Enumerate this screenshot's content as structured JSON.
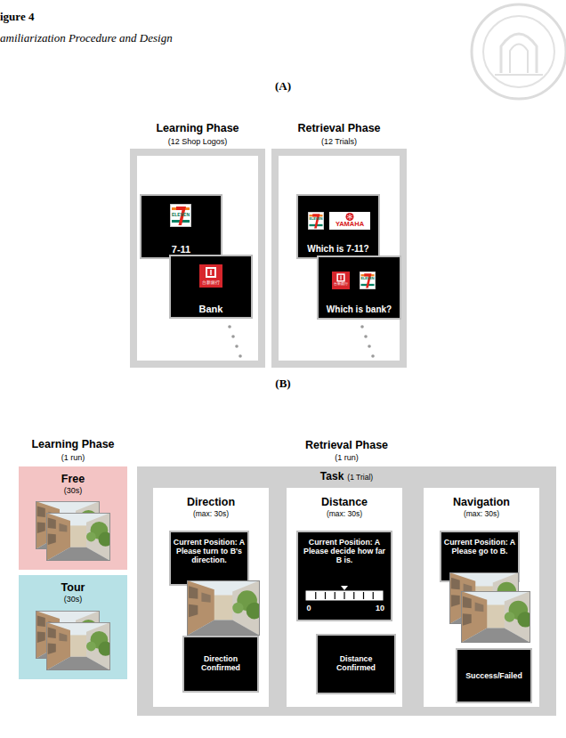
{
  "diagram": {
    "title": "igure 4",
    "caption": "amiliarization Procedure and Design",
    "nodes": [
      {
        "text": [
          "Learning Phase",
          "(12 Shop Logos)"
        ]
      },
      {
        "text": [
          "7-11"
        ],
        "in": 0
      },
      {
        "text": [
          "Bank"
        ],
        "in": 0
      },
      {
        "text": [
          "Retrieval Phase",
          "(12 Trials)"
        ]
      },
      {
        "text": [
          "Which is 7-11?"
        ],
        "in": 3
      },
      {
        "text": [
          "Which is bank?"
        ],
        "in": 3
      },
      {
        "text": [
          "Free",
          "(30s)"
        ]
      },
      {
        "text": [
          "Tour",
          "(30s)"
        ]
      },
      {
        "text": [
          "Retrieval Phase",
          "(1 run)",
          "Task",
          "(1 Trial)"
        ]
      },
      {
        "text": [
          "Direction",
          "(max: 30s)"
        ],
        "in": 8
      },
      {
        "text": [
          "Current Position: A Please turn to B's direction."
        ],
        "in": 9
      },
      {
        "text": [
          "Direction Confirmed"
        ],
        "in": 9
      },
      {
        "text": [
          "Distance",
          "(max: 30s)"
        ],
        "in": 8
      },
      {
        "text": [
          "Current Position: A Please decide how far B is.",
          "0",
          "10"
        ],
        "in": 12
      },
      {
        "text": [
          "Distance Confirmed"
        ],
        "in": 12
      },
      {
        "text": [
          "Navigation",
          "(max: 30s)"
        ],
        "in": 8
      },
      {
        "text": [
          "Current Position: A Please go to B."
        ],
        "in": 15
      },
      {
        "text": [
          "Success/Failed"
        ],
        "in": 15
      }
    ],
    "labels": [
      "(A)",
      "ELEVEN",
      "台新銀行",
      "ELEVEN",
      "YAMAHA",
      "台新銀行",
      "ELEVEN",
      "(B)",
      "Learning Phase",
      "(1 run)"
    ]
  }
}
